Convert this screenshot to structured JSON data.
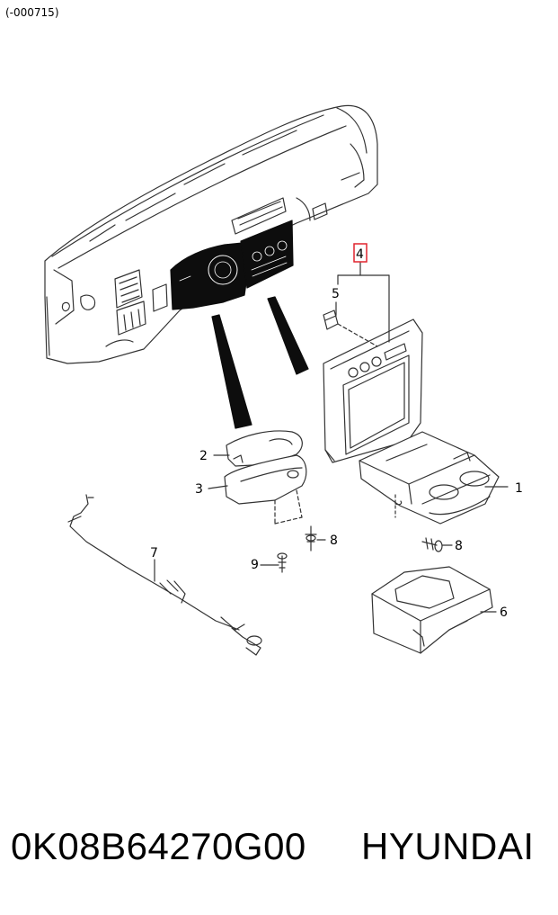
{
  "header": {
    "code": "(-000715)"
  },
  "callouts": {
    "c1": "1",
    "c2": "2",
    "c3": "3",
    "c4": "4",
    "c5": "5",
    "c6": "6",
    "c7": "7",
    "c8a": "8",
    "c8b": "8",
    "c9": "9"
  },
  "footer": {
    "part_number": "0K08B64270G00",
    "brand": "HYUNDAI"
  },
  "colors": {
    "line": "#333333",
    "fill_dark": "#0d0d0d",
    "highlight_box": "#e0242e"
  }
}
